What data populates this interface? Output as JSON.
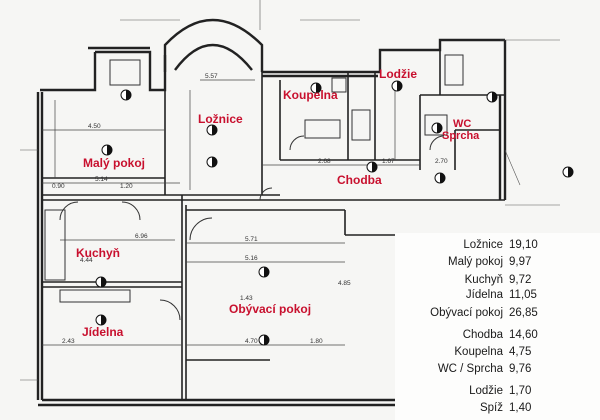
{
  "colors": {
    "room_label": "#c8102e",
    "wall": "#222222",
    "paper": "#f6f6f4",
    "legend_text": "#1a1a1a"
  },
  "rooms": {
    "loznice": "Ložnice",
    "koupelna": "Koupelna",
    "lodzie": "Lodžie",
    "wc_sprcha_line1": "WC",
    "wc_sprcha_line2": "Sprcha",
    "maly_pokoj": "Malý pokoj",
    "chodba": "Chodba",
    "kuchyn": "Kuchyň",
    "obyvaci_pokoj": "Obývací pokoj",
    "jidelna": "Jídelna"
  },
  "area_legend": [
    {
      "room": "Ložnice",
      "area": "19,10"
    },
    {
      "room": "Malý pokoj",
      "area": "9,97"
    },
    {
      "room": "Kuchyň",
      "area": "9,72"
    },
    {
      "room": "Jídelna",
      "area": "11,05"
    },
    {
      "room": "Obývací pokoj",
      "area": "26,85"
    },
    {
      "room": "Chodba",
      "area": "14,60"
    },
    {
      "room": "Koupelna",
      "area": "4,75"
    },
    {
      "room": "WC / Sprcha",
      "area": "9,76"
    },
    {
      "room": "Lodžie",
      "area": "1,70"
    },
    {
      "room": "Spíž",
      "area": "1,40"
    }
  ],
  "dimensions": [
    "5.57",
    "4.50",
    "5.14",
    "2.68",
    "1.67",
    "2.70",
    "5.71",
    "5.16",
    "4.70",
    "4.44",
    "6.96",
    "0.90",
    "1.20",
    "2.43",
    "1.43",
    "1.80",
    "4.85"
  ]
}
